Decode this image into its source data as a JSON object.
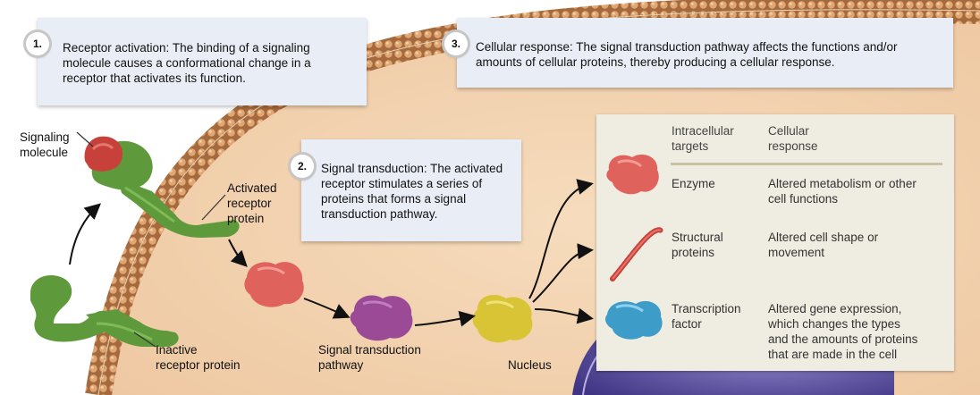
{
  "steps": [
    {
      "number": "1.",
      "text_lines": [
        "Receptor activation: The binding of a signaling",
        "molecule causes a conformational change in a",
        "receptor that activates its function."
      ]
    },
    {
      "number": "2.",
      "text_lines": [
        "Signal transduction: The activated",
        "receptor stimulates a series of",
        "proteins that forms a signal",
        "transduction pathway."
      ]
    },
    {
      "number": "3.",
      "text_lines": [
        "Cellular response: The signal transduction pathway affects the functions and/or",
        "amounts of cellular proteins, thereby producing a cellular response."
      ]
    }
  ],
  "labels": {
    "signaling_molecule": [
      "Signaling",
      "molecule"
    ],
    "activated_receptor": [
      "Activated",
      "receptor",
      "protein"
    ],
    "inactive_receptor": [
      "Inactive",
      "receptor protein"
    ],
    "signal_pathway": [
      "Signal transduction",
      "pathway"
    ],
    "nucleus": "Nucleus"
  },
  "table": {
    "headers": {
      "targets": [
        "Intracellular",
        "targets"
      ],
      "response": [
        "Cellular",
        "response"
      ]
    },
    "rows": [
      {
        "target": [
          "Enzyme"
        ],
        "response": [
          "Altered metabolism or other",
          "cell functions"
        ]
      },
      {
        "target": [
          "Structural",
          "proteins"
        ],
        "response": [
          "Altered cell shape or",
          "movement"
        ]
      },
      {
        "target": [
          "Transcription",
          "factor"
        ],
        "response": [
          "Altered gene expression,",
          "which changes the types",
          "and the amounts of proteins",
          "that are made in the cell"
        ]
      }
    ]
  },
  "colors": {
    "cytoplasm": "#f2d4b2",
    "membrane": "#c98a55",
    "receptor": "#5e9a3c",
    "signal_molecule": "#c8403a",
    "pathway_red": "#e0625c",
    "pathway_purple": "#9b4a96",
    "pathway_yellow": "#d9c436",
    "transcription_factor": "#3e9cc9",
    "nucleus": "#4a3f8c"
  }
}
